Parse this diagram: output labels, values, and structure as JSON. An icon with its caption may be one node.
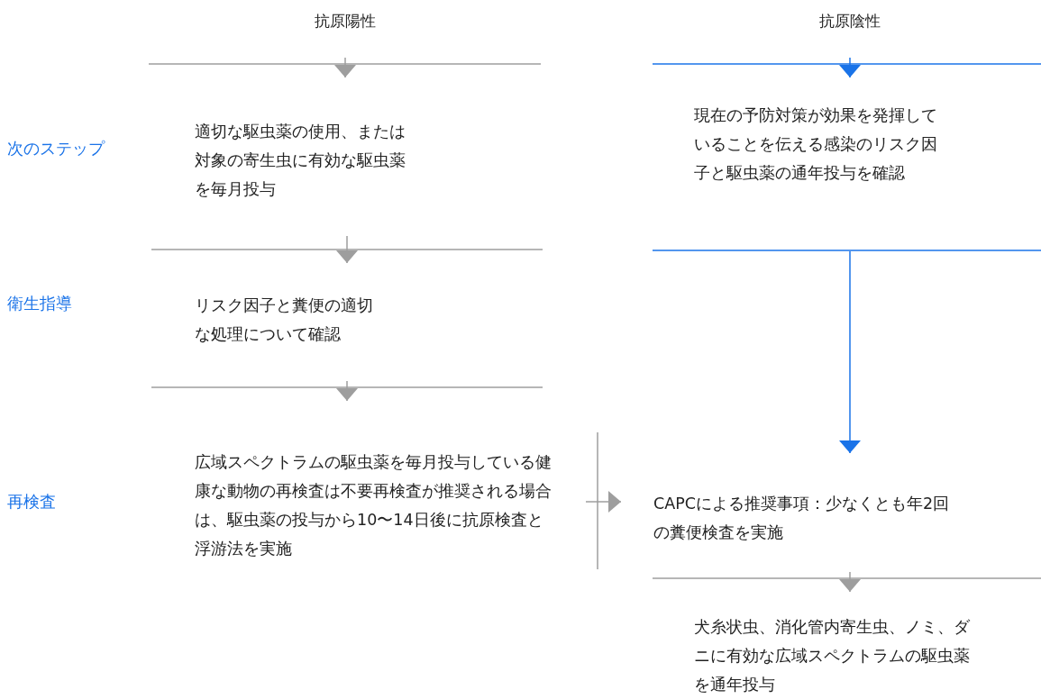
{
  "diagram": {
    "nodes": [
      {
        "text": [
          "抗原陽性"
        ]
      },
      {
        "text": [
          "適切な駆虫薬の使用、または対象の寄生虫に有効な駆虫薬を毎月投与"
        ]
      },
      {
        "text": [
          "リスク因子と糞便の適切な処理について確認"
        ]
      },
      {
        "text": [
          "広域スペクトラムの駆虫薬を毎月投与している健康な動物の再検査は不要再検査が推奨される場合は、駆虫薬の投与から10〜14日後に抗原検査と浮游法を実施"
        ]
      },
      {
        "text": [
          "抗原陰性"
        ]
      },
      {
        "text": [
          "現在の予防対策が効果を発揮していることを伝える感染のリスク因子と駆虫薬の通年投与を確認"
        ]
      },
      {
        "text": [
          "CAPCによる推奨事項：少なくとも年2回の糞便検査を実施"
        ]
      },
      {
        "text": [
          "犬糸状虫、消化管内寄生虫、ノミ、ダニに有効な広域スペクトラムの駆虫薬を通年投与"
        ]
      }
    ],
    "edges": [
      {
        "from": 0,
        "to": 1,
        "arrow": "to"
      },
      {
        "from": 1,
        "to": 2,
        "arrow": "to"
      },
      {
        "from": 2,
        "to": 3,
        "arrow": "to"
      },
      {
        "from": 4,
        "to": 5,
        "arrow": "to",
        "color": "#1a73e8"
      },
      {
        "from": 5,
        "to": 6,
        "arrow": "to",
        "color": "#1a73e8"
      },
      {
        "from": 3,
        "to": 6,
        "arrow": "to"
      },
      {
        "from": 6,
        "to": 7,
        "arrow": "to"
      }
    ],
    "labels": [
      "次のステップ",
      "衛生指導",
      "再検査"
    ]
  }
}
